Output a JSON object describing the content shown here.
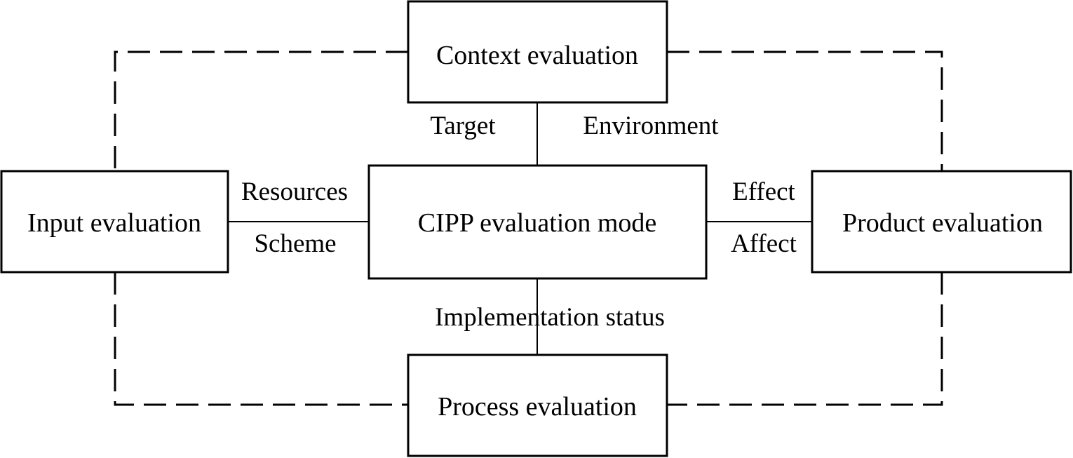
{
  "nodes": {
    "context": "Context evaluation",
    "input": "Input evaluation",
    "center": "CIPP evaluation mode",
    "product": "Product evaluation",
    "process": "Process evaluation"
  },
  "edge_labels": {
    "target": "Target",
    "environment": "Environment",
    "resources": "Resources",
    "scheme": "Scheme",
    "effect": "Effect",
    "affect": "Affect",
    "implementation_status": "Implementation status"
  }
}
